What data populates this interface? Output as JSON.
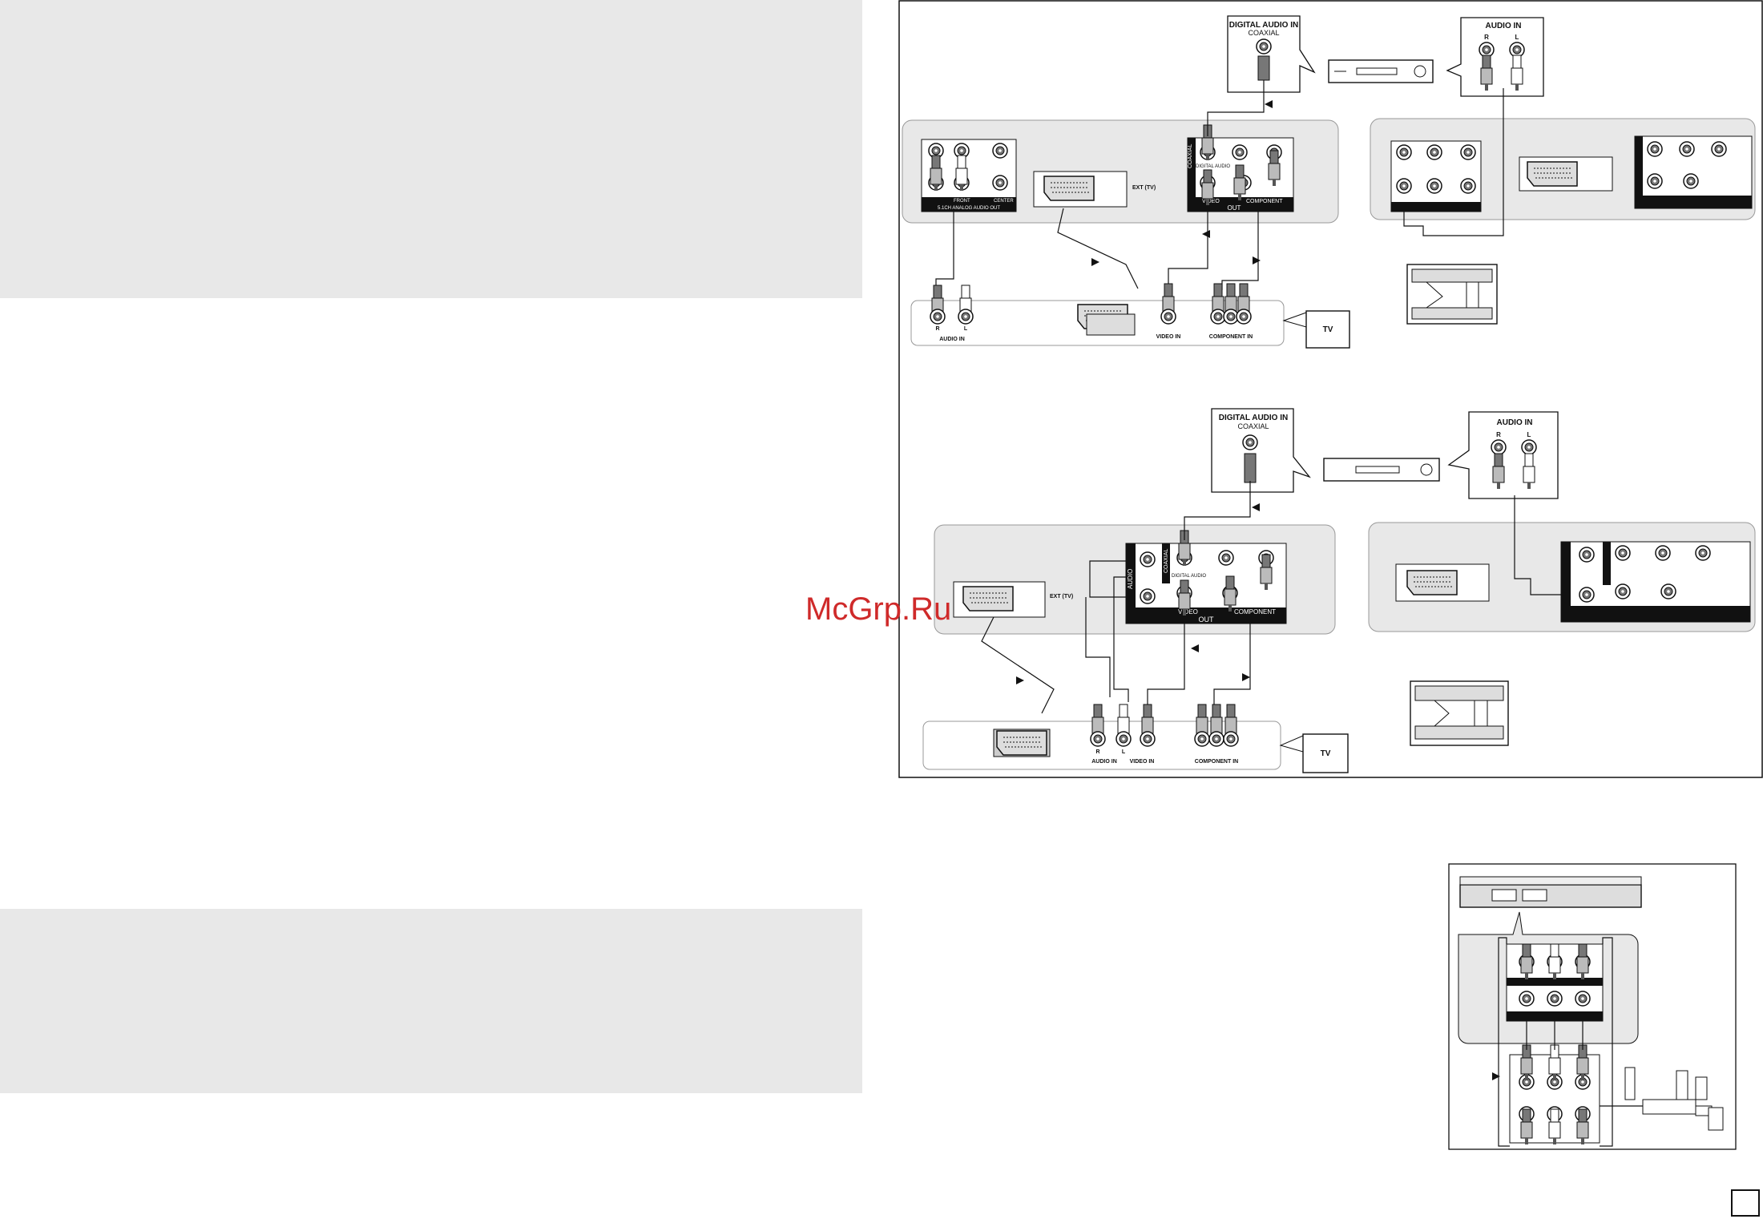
{
  "watermark": "McGrp.Ru",
  "top_diagram": {
    "digital_audio_in": "DIGITAL AUDIO IN",
    "coaxial": "COAXIAL",
    "audio_in_receiver": "AUDIO IN",
    "jack_r": "R",
    "jack_l": "L",
    "coaxial_panel": "COAXIAL",
    "digital_audio_panel": "DIGITAL AUDIO",
    "video": "VIDEO",
    "component": "COMPONENT",
    "out": "OUT",
    "ext_tv": "EXT (TV)",
    "front": "FRONT",
    "center": "CENTER",
    "analog_out": "5.1CH ANALOG AUDIO OUT",
    "tv_audio_in": "AUDIO IN",
    "tv_video_in": "VIDEO IN",
    "tv_component_in": "COMPONENT IN",
    "tv": "TV"
  },
  "bottom_diagram": {
    "digital_audio_in": "DIGITAL AUDIO IN",
    "coaxial": "COAXIAL",
    "audio_in_receiver": "AUDIO IN",
    "jack_r": "R",
    "jack_l": "L",
    "audio_panel": "AUDIO",
    "coaxial_panel": "COAXIAL",
    "digital_audio_panel": "DIGITAL AUDIO",
    "video": "VIDEO",
    "component": "COMPONENT",
    "out": "OUT",
    "ext_tv": "EXT (TV)",
    "tv_audio_in": "AUDIO IN",
    "tv_video_in": "VIDEO IN",
    "tv_component_in": "COMPONENT IN",
    "tv": "TV"
  },
  "colors": {
    "panel_gray": "#e8e8e8",
    "line": "#111111",
    "watermark": "#cf2a2a"
  }
}
